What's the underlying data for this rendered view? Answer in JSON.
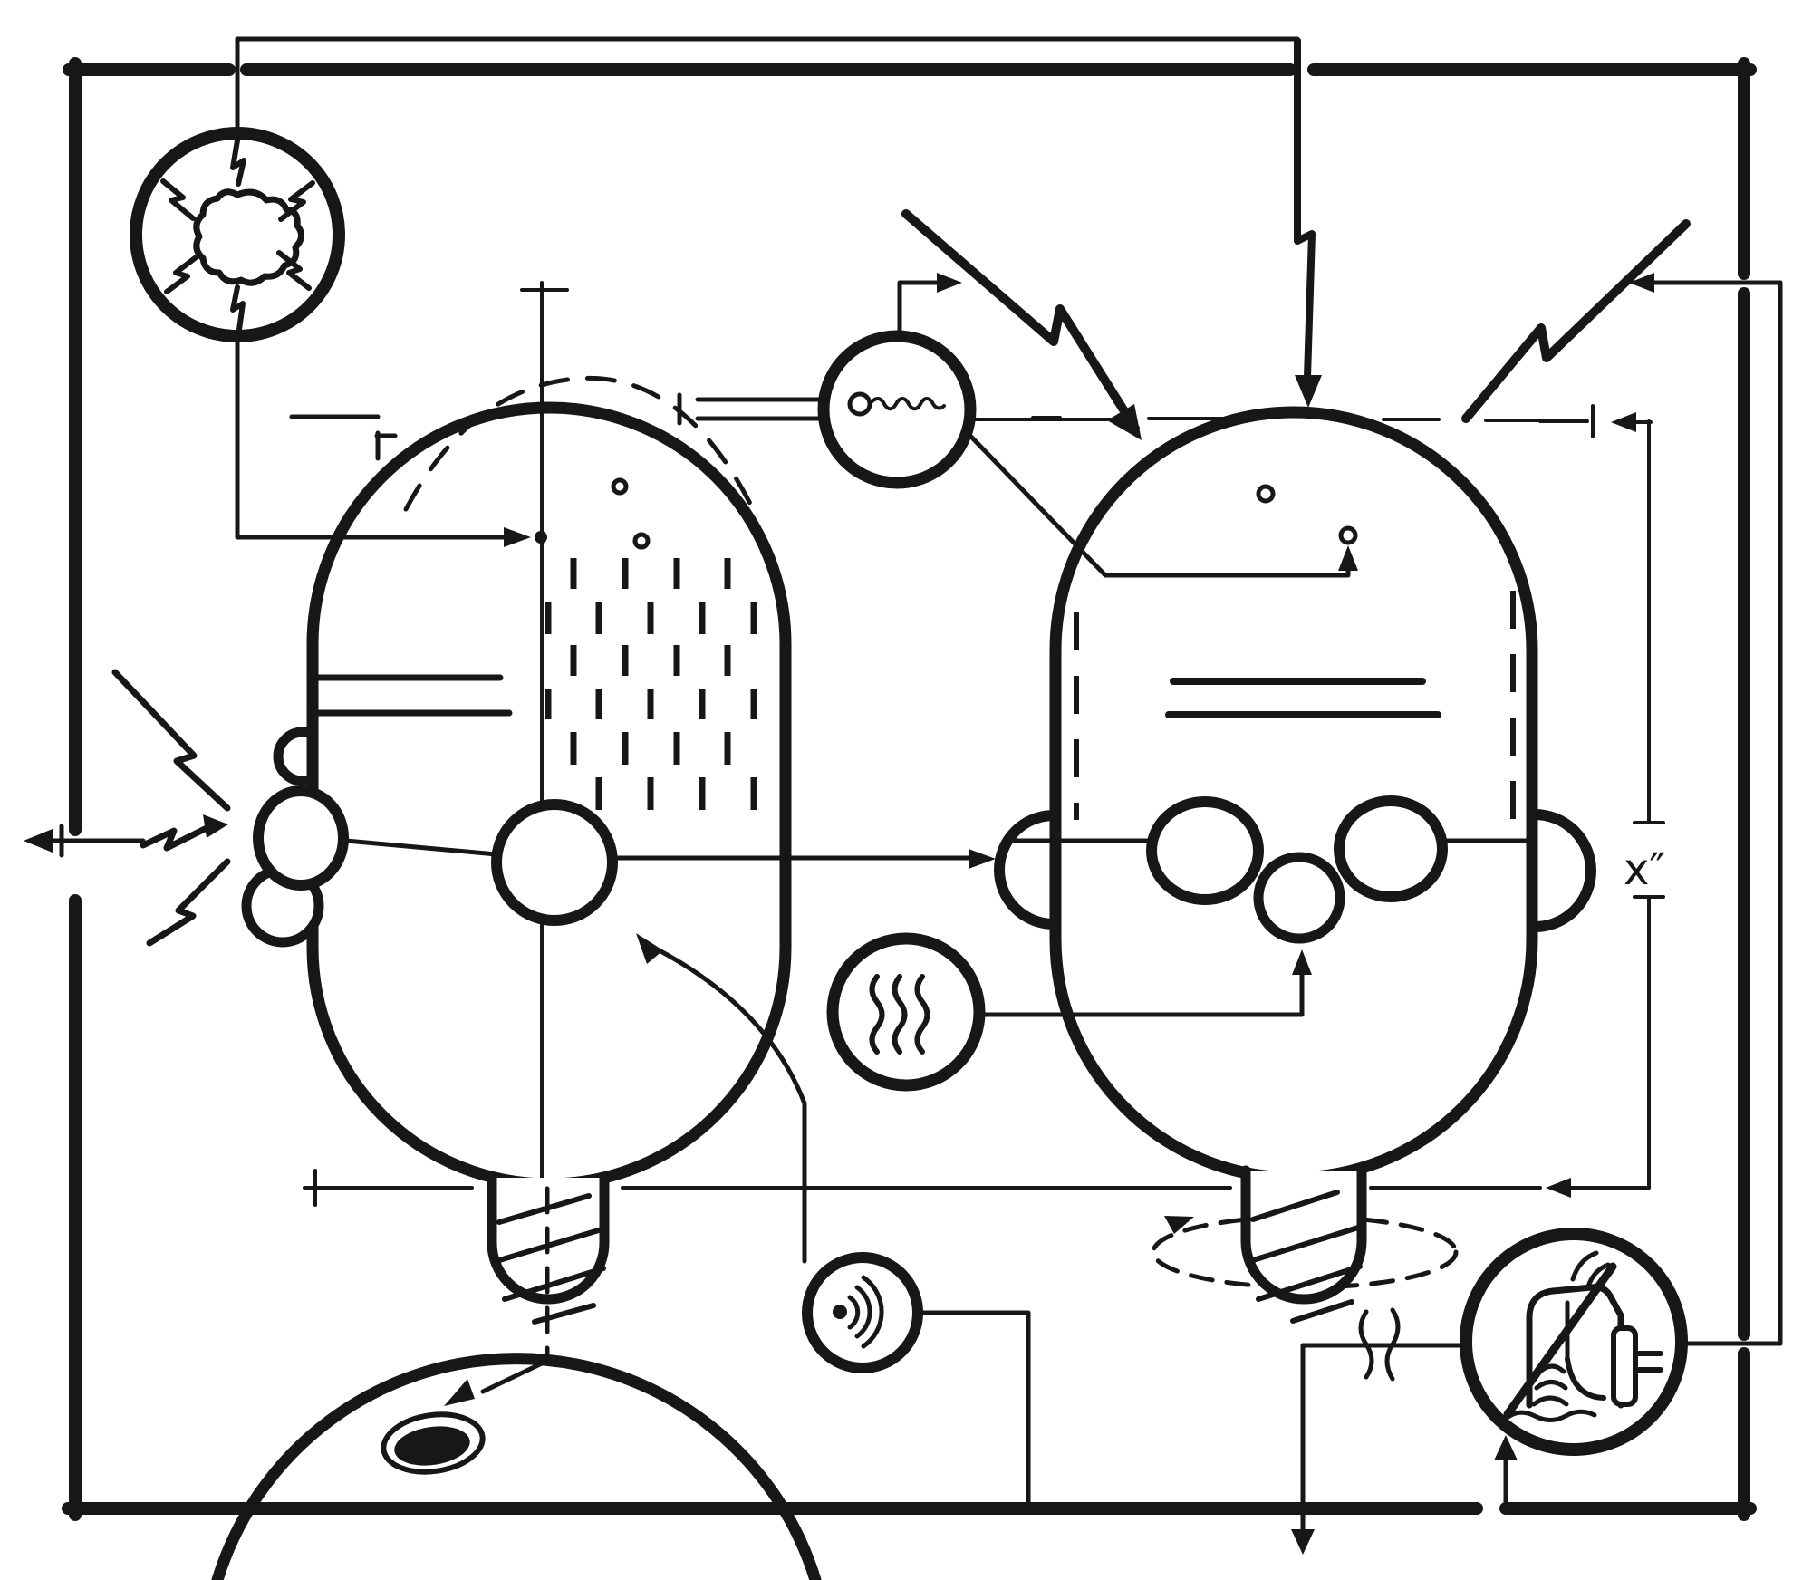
{
  "document": {
    "kind": "hand-drawn technical illustration",
    "description": "Instruction-manual style line diagram: two capsule-shaped robot heads inside a rough rectangular frame, connected by callout arrows to icon circles; a planet-like arc with a dark hole at bottom; dimension lines and one dimension label.",
    "background_color": "#ffffff",
    "ink_color": "#171717"
  },
  "labels": {
    "x_dimension": "x″"
  },
  "icons": [
    {
      "name": "burst-impact-icon",
      "meaning": "circle with cloud blob and six inward lightning sparks (top-left)"
    },
    {
      "name": "scent-trail-icon",
      "meaning": "circle with small ring and wavy trail line (top-center)"
    },
    {
      "name": "heat-waves-icon",
      "meaning": "circle with three vertical wavy lines (middle)"
    },
    {
      "name": "radio-waves-icon",
      "meaning": "circle with dot and three expanding arcs (bottom-center)"
    },
    {
      "name": "no-drip-tap-icon",
      "meaning": "circle with crossed-out dripping tap over water (bottom-right)"
    }
  ],
  "figures": [
    {
      "name": "left-head",
      "features": [
        "dashed halo arc",
        "crosshair centerline with dot",
        "two freckle circles",
        "stubble dash grid",
        "ear of two circles",
        "brow bump",
        "round nose",
        "hatched plug at chin"
      ]
    },
    {
      "name": "right-head",
      "features": [
        "two side ears",
        "two hair lines",
        "dashed sideburns",
        "two eye ovals",
        "round nose",
        "two freckle circles",
        "hatched plug with dashed rotation ellipse and steam"
      ]
    },
    {
      "name": "planet-arc-with-hole",
      "features": [
        "large bottom arc",
        "black oval hole",
        "dashed drop line with arrow"
      ]
    }
  ],
  "annotations": {
    "lightning_bolts": 6,
    "arrows": "callout arrows connect icons, heads, frame exits and dimension lines",
    "dimension_line_y": "below both heads",
    "dimension_label_position": "right side between tick marks"
  }
}
